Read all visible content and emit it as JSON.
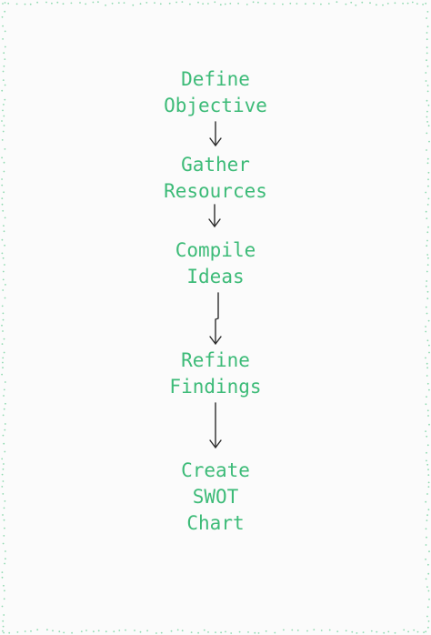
{
  "diagram": {
    "nodes": [
      {
        "id": "define-objective",
        "lines": [
          "Define",
          "Objective"
        ]
      },
      {
        "id": "gather-resources",
        "lines": [
          "Gather",
          "Resources"
        ]
      },
      {
        "id": "compile-ideas",
        "lines": [
          "Compile",
          "Ideas"
        ]
      },
      {
        "id": "refine-findings",
        "lines": [
          "Refine",
          "Findings"
        ]
      },
      {
        "id": "create-swot-chart",
        "lines": [
          "Create",
          "SWOT",
          "Chart"
        ]
      }
    ],
    "edges": [
      {
        "from": "define-objective",
        "to": "gather-resources"
      },
      {
        "from": "gather-resources",
        "to": "compile-ideas"
      },
      {
        "from": "compile-ideas",
        "to": "refine-findings"
      },
      {
        "from": "refine-findings",
        "to": "create-swot-chart"
      }
    ],
    "colors": {
      "text": "#3dbb78",
      "arrow": "#2b2b2b",
      "border_dots": "#8fd9b0",
      "background": "#fbfbfb"
    }
  }
}
